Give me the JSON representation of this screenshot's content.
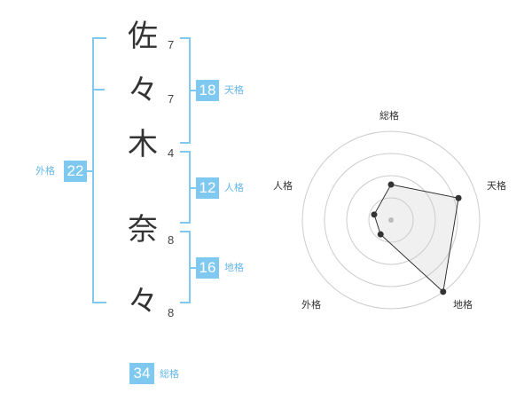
{
  "name": {
    "characters": [
      {
        "char": "佐",
        "strokes": "7"
      },
      {
        "char": "々",
        "strokes": "7"
      },
      {
        "char": "木",
        "strokes": "4"
      },
      {
        "char": "奈",
        "strokes": "8"
      },
      {
        "char": "々",
        "strokes": "8"
      }
    ]
  },
  "kakusu": {
    "tenkaku": {
      "value": "18",
      "label": "天格"
    },
    "jinkaku": {
      "value": "12",
      "label": "人格"
    },
    "chikaku": {
      "value": "16",
      "label": "地格"
    },
    "gaikaku": {
      "value": "22",
      "label": "外格"
    },
    "soukaku": {
      "value": "34",
      "label": "総格"
    }
  },
  "radar": {
    "axes": [
      "総格",
      "天格",
      "地格",
      "外格",
      "人格"
    ],
    "levels": 4,
    "values": [
      2,
      4,
      5,
      1,
      1
    ],
    "max": 5
  },
  "colors": {
    "accent": "#7fc8f0",
    "label": "#66b8e8"
  }
}
